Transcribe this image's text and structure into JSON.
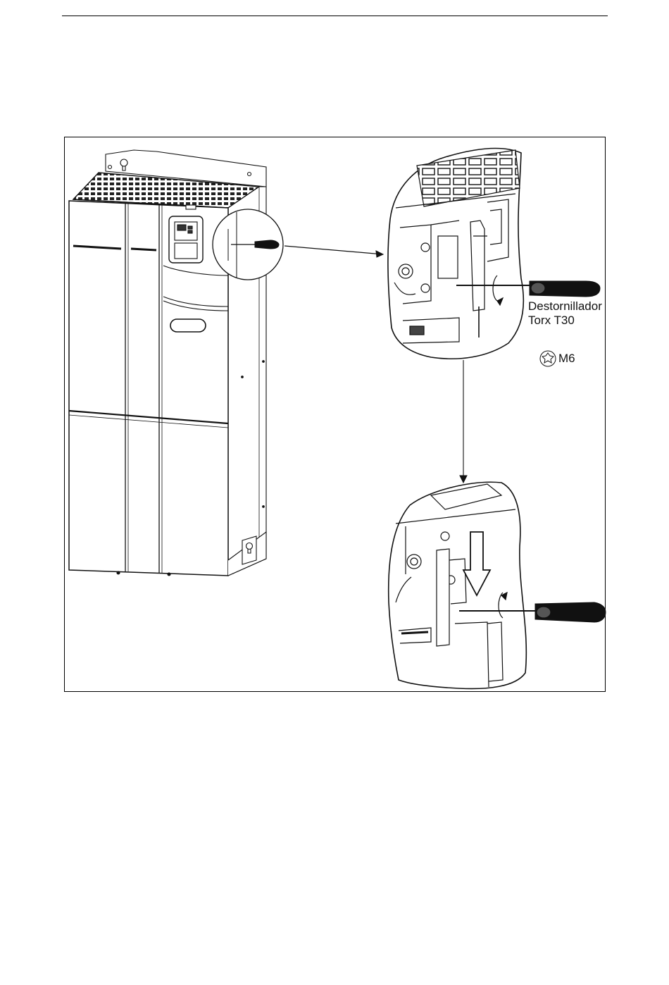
{
  "figure": {
    "tool_label_line1": "Destornillador",
    "tool_label_line2": "Torx T30",
    "screw_label": "M6"
  }
}
